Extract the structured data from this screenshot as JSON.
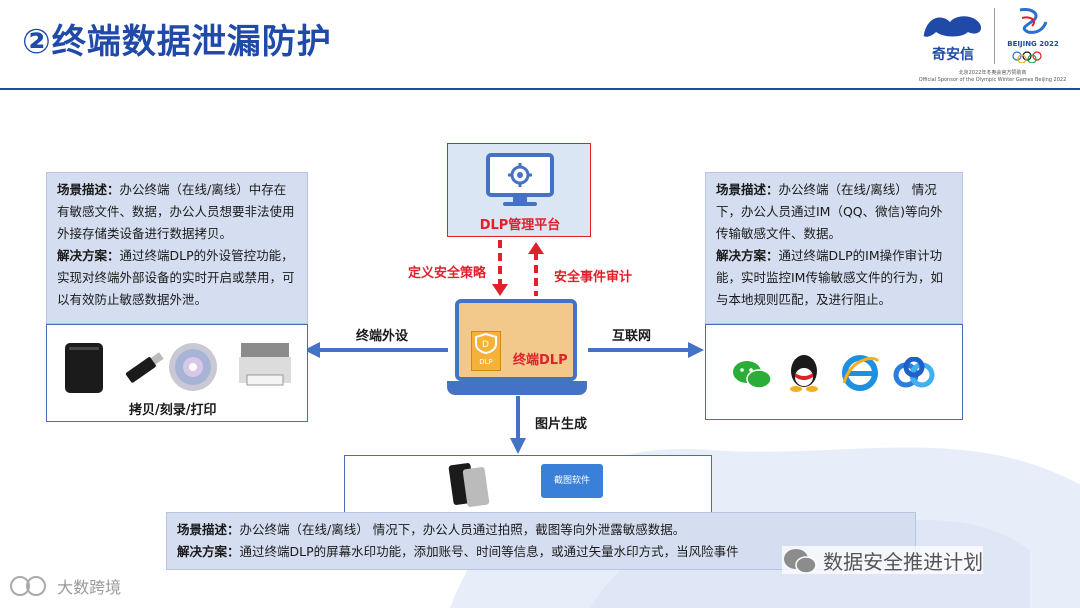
{
  "title": "②终端数据泄漏防护",
  "logo": {
    "brand_text": "奇安信",
    "olympic_text": "BEIJING 2022",
    "sponsor_line_cn": "北京2022年冬奥会官方赞助商",
    "sponsor_line_en": "Official Sponsor of the Olympic Winter Games Beijing 2022"
  },
  "platform": {
    "label": "DLP管理平台"
  },
  "arrows": {
    "down_label": "定义安全策略",
    "up_label": "安全事件审计"
  },
  "laptop": {
    "label": "终端DLP",
    "badge": "DLP"
  },
  "left_box": {
    "scene_title": "场景描述：",
    "scene_text": "办公终端（在线/离线）中存在有敏感文件、数据，办公人员想要非法使用外接存储类设备进行数据拷贝。",
    "solution_title": "解决方案：",
    "solution_text": "通过终端DLP的外设管控功能，实现对终端外部设备的实时开启或禁用，可以有效防止敏感数据外泄。"
  },
  "right_box": {
    "scene_title": "场景描述：",
    "scene_text": "办公终端（在线/离线） 情况下，办公人员通过IM（QQ、微信)等向外传输敏感文件、数据。",
    "solution_title": "解决方案：",
    "solution_text": "通过终端DLP的IM操作审计功能，实时监控IM传输敏感文件的行为，如与本地规则匹配，及进行阻止。"
  },
  "bottom_box": {
    "scene_title": "场景描述：",
    "scene_text": "办公终端（在线/离线） 情况下，办公人员通过拍照，截图等向外泄露敏感数据。",
    "solution_title": "解决方案：",
    "solution_text": "通过终端DLP的屏幕水印功能，添加账号、时间等信息，或通过矢量水印方式，当风险事件"
  },
  "left_arrow_label": "终端外设",
  "right_arrow_label": "互联网",
  "down_arrow_label": "图片生成",
  "left_panel_caption": "拷贝/刻录/打印",
  "screenshot_software_label": "截图软件",
  "watermarks": {
    "wechat_account": "数据安全推进计划",
    "bottom_left": "大数跨境"
  },
  "colors": {
    "primary_blue": "#4472c4",
    "title_blue": "#1f4aa8",
    "alert_red": "#e0202a",
    "desc_bg": "#d5def0"
  }
}
